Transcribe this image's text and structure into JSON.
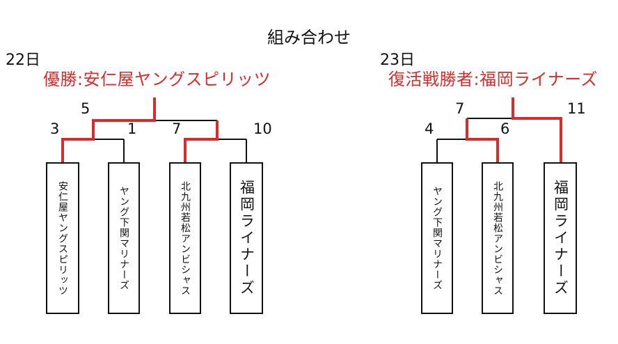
{
  "title": "組み合わせ",
  "colors": {
    "winner": "#d92b2b",
    "line": "#111111"
  },
  "left_bracket": {
    "day": "22日",
    "result": "優勝:安仁屋ヤングスピリッツ",
    "scores": {
      "final_left": "5",
      "semi1_left": "3",
      "semi1_right": "1",
      "semi2_left": "7",
      "semi2_right": "10"
    },
    "teams": [
      "安仁屋ヤングスピリッツ",
      "ヤング下関マリナーズ",
      "北九州若松アンビシャス",
      "福岡ライナーズ"
    ]
  },
  "right_bracket": {
    "day": "23日",
    "result": "復活戦勝者:福岡ライナーズ",
    "scores": {
      "final_left": "7",
      "final_right": "11",
      "semi_left": "4",
      "semi_right": "6"
    },
    "teams": [
      "ヤング下関マリナーズ",
      "北九州若松アンビシャス",
      "福岡ライナーズ"
    ]
  }
}
